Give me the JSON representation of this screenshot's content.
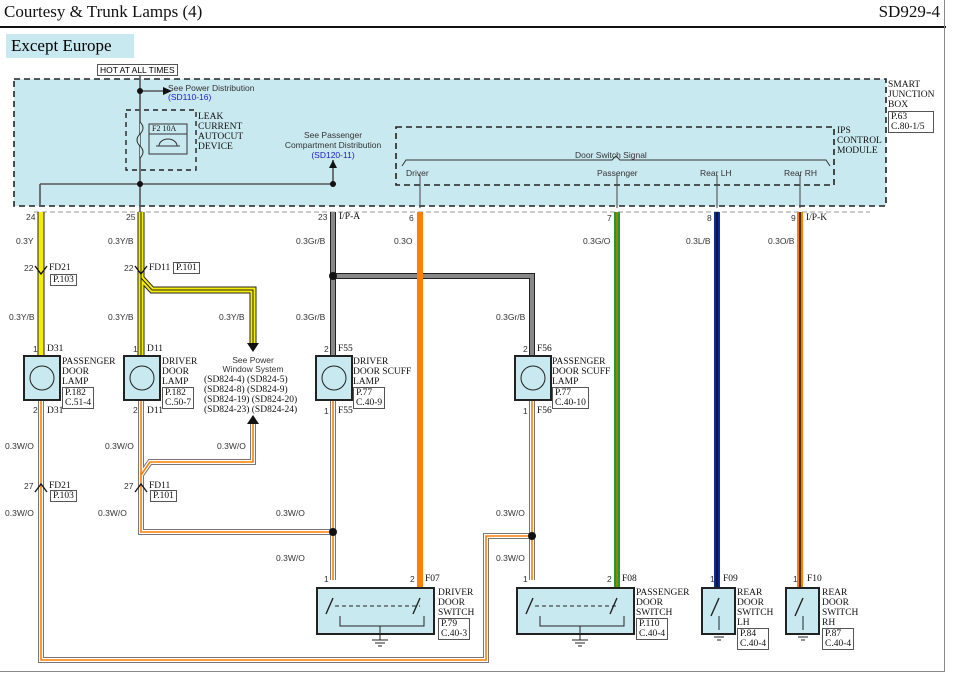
{
  "header": {
    "title": "Courtesy & Trunk Lamps (4)",
    "code": "SD929-4"
  },
  "variant": "Except Europe",
  "power": {
    "hot_label": "HOT AT ALL TIMES",
    "see_power": "See Power Distribution",
    "see_power_ref": "(SD110-16)",
    "fuse": "F2 10A",
    "leak_device": [
      "LEAK",
      "CURRENT",
      "AUTOCUT",
      "DEVICE"
    ],
    "see_passenger": [
      "See Passenger",
      "Compartment Distribution"
    ],
    "see_passenger_ref": "(SD120-11)"
  },
  "smart_junction_box": {
    "name": [
      "SMART",
      "JUNCTION",
      "BOX"
    ],
    "ref": [
      "P.63",
      "C.80-1/5"
    ]
  },
  "ips_module": {
    "name": [
      "IPS",
      "CONTROL",
      "MODULE"
    ],
    "signal_title": "Door Switch Signal",
    "signals": [
      "Driver",
      "Passenger",
      "Rear LH",
      "Rear RH"
    ]
  },
  "pins": {
    "p24": "24",
    "p25": "25",
    "p23": "23",
    "p6": "6",
    "p7": "7",
    "p8": "8",
    "p9": "9",
    "ipa": "I/P-A",
    "ipk": "I/P-K",
    "p22a": "22",
    "p22b": "22",
    "p27a": "27",
    "p27b": "27",
    "d31_1": "1",
    "d31_2": "2",
    "d11_1": "1",
    "d11_2": "2",
    "f55_2": "2",
    "f55_1": "1",
    "f56_2": "2",
    "f56_1": "1",
    "f07_1": "1",
    "f07_2": "2",
    "f08_1": "1",
    "f08_2": "2",
    "f09_1": "1",
    "f10_1": "1"
  },
  "connectors": {
    "fd21": "FD21",
    "fd21_ref": "P.103",
    "fd11": "FD11",
    "fd11_ref": "P.101",
    "d31": "D31",
    "d11": "D11",
    "f55": "F55",
    "f56": "F56",
    "f07": "F07",
    "f08": "F08",
    "f09": "F09",
    "f10": "F10"
  },
  "wires": {
    "w24": "0.3Y",
    "w25": "0.3Y/B",
    "w23": "0.3Gr/B",
    "w6": "0.3O",
    "w7": "0.3G/O",
    "w8": "0.3L/B",
    "w9": "0.3O/B",
    "fd21_out": "0.3Y/B",
    "fd11_out": "0.3Y/B",
    "pw_in": "0.3Y/B",
    "gr_l": "0.3Gr/B",
    "gr_r": "0.3Gr/B",
    "wo1": "0.3W/O",
    "wo2": "0.3W/O",
    "wo3": "0.3W/O",
    "wo4": "0.3W/O",
    "wo5": "0.3W/O",
    "wo6": "0.3W/O",
    "wo7": "0.3W/O",
    "wo8": "0.3W/O",
    "wo9": "0.3W/O"
  },
  "power_window": {
    "title": [
      "See Power",
      "Window System"
    ],
    "refs": [
      "(SD824-4)",
      "(SD824-5)",
      "(SD824-8)",
      "(SD824-9)",
      "(SD824-19)",
      "(SD824-20)",
      "(SD824-23)",
      "(SD824-24)"
    ]
  },
  "components": {
    "pass_lamp": {
      "name": [
        "PASSENGER",
        "DOOR",
        "LAMP"
      ],
      "ref": [
        "P.182",
        "C.51-4"
      ]
    },
    "drv_lamp": {
      "name": [
        "DRIVER",
        "DOOR",
        "LAMP"
      ],
      "ref": [
        "P.182",
        "C.50-7"
      ]
    },
    "drv_scuff": {
      "name": [
        "DRIVER",
        "DOOR SCUFF",
        "LAMP"
      ],
      "ref": [
        "P.77",
        "C.40-9"
      ]
    },
    "pass_scuff": {
      "name": [
        "PASSENGER",
        "DOOR SCUFF",
        "LAMP"
      ],
      "ref": [
        "P.77",
        "C.40-10"
      ]
    },
    "drv_switch": {
      "name": [
        "DRIVER",
        "DOOR",
        "SWITCH"
      ],
      "ref": [
        "P.79",
        "C.40-3"
      ]
    },
    "pass_switch": {
      "name": [
        "PASSENGER",
        "DOOR",
        "SWITCH"
      ],
      "ref": [
        "P.110",
        "C.40-4"
      ]
    },
    "rlh_switch": {
      "name": [
        "REAR",
        "DOOR",
        "SWITCH",
        "LH"
      ],
      "ref": [
        "P.84",
        "C.40-4"
      ]
    },
    "rrh_switch": {
      "name": [
        "REAR",
        "DOOR",
        "SWITCH",
        "RH"
      ],
      "ref": [
        "P.87",
        "C.40-4"
      ]
    }
  },
  "colors": {
    "junction_fill": "#c9e9f1",
    "yellow": "#f5ee00",
    "orange": "#ff7f00",
    "green": "#1f9a2e",
    "blue": "#0a2c9a",
    "gray": "#777777",
    "label_blue": "#1a1acc"
  }
}
